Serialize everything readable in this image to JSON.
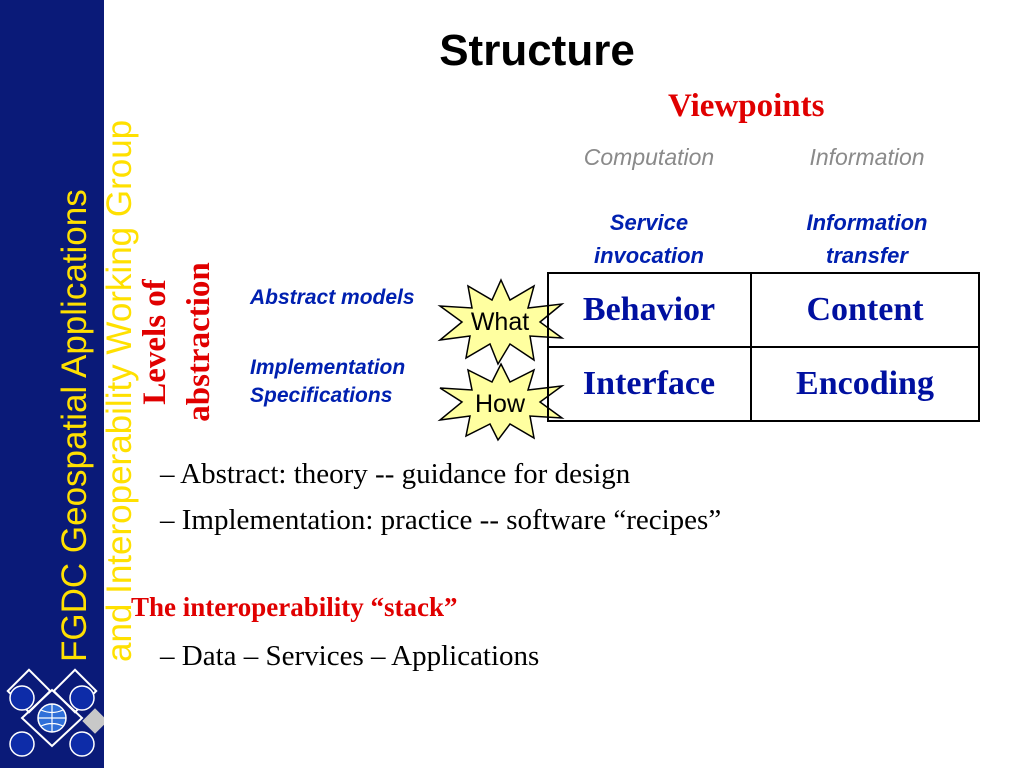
{
  "sidebar": {
    "line1": "FGDC Geospatial Applications",
    "line2": "and  Interoperability Working Group",
    "colors": {
      "background": "#0a1a78",
      "text": "#ffe000"
    }
  },
  "title": "Structure",
  "viewpoints": "Viewpoints",
  "columns": [
    {
      "head": "Computation",
      "sub1": "Service",
      "sub2": "invocation"
    },
    {
      "head": "Information",
      "sub1": "Information",
      "sub2": "transfer"
    }
  ],
  "levels": {
    "line1": "Levels of",
    "line2": "abstraction"
  },
  "rows": [
    {
      "label1": "Abstract models",
      "label2": "",
      "star": "What",
      "cells": [
        "Behavior",
        "Content"
      ]
    },
    {
      "label1": "Implementation",
      "label2": "Specifications",
      "star": "How",
      "cells": [
        "Interface",
        "Encoding"
      ]
    }
  ],
  "bullets": [
    "– Abstract: theory -- guidance for design",
    "– Implementation: practice -- software “recipes”"
  ],
  "stack": {
    "title": "The interoperability “stack”",
    "item": "– Data – Services – Applications"
  },
  "colors": {
    "accent_red": "#e00000",
    "accent_blue": "#0020b0",
    "gray": "#8a8a8a",
    "star_fill": "#ffffa0"
  }
}
